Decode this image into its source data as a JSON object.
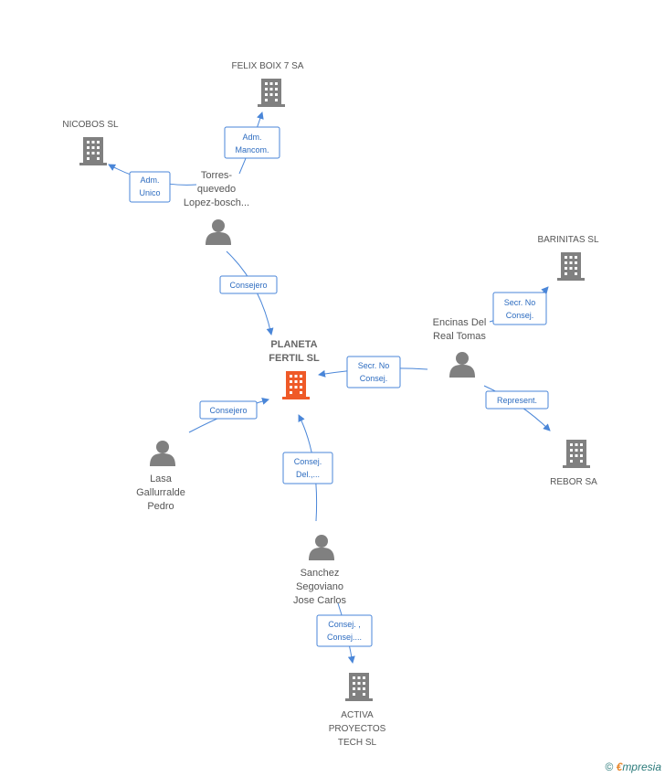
{
  "colors": {
    "edge": "#4a86d8",
    "icon": "#808080",
    "center_icon": "#ef5a28"
  },
  "nodes": {
    "planeta": {
      "label": [
        "PLANETA",
        "FERTIL SL"
      ],
      "type": "company",
      "center": true
    },
    "felix": {
      "label": [
        "FELIX BOIX 7 SA"
      ],
      "type": "company"
    },
    "nicobos": {
      "label": [
        "NICOBOS SL"
      ],
      "type": "company"
    },
    "barinitas": {
      "label": [
        "BARINITAS SL"
      ],
      "type": "company"
    },
    "rebor": {
      "label": [
        "REBOR SA"
      ],
      "type": "company"
    },
    "activa": {
      "label": [
        "ACTIVA",
        "PROYECTOS",
        "TECH  SL"
      ],
      "type": "company"
    },
    "torres": {
      "label": [
        "Torres-",
        "quevedo",
        "Lopez-bosch..."
      ],
      "type": "person"
    },
    "encinas": {
      "label": [
        "Encinas Del",
        "Real Tomas"
      ],
      "type": "person"
    },
    "lasa": {
      "label": [
        "Lasa",
        "Gallurralde",
        "Pedro"
      ],
      "type": "person"
    },
    "sanchez": {
      "label": [
        "Sanchez",
        "Segoviano",
        "Jose Carlos"
      ],
      "type": "person"
    }
  },
  "edges": [
    {
      "id": "torres-felix",
      "label": [
        "Adm.",
        "Mancom."
      ]
    },
    {
      "id": "torres-nicobos",
      "label": [
        "Adm.",
        "Unico"
      ]
    },
    {
      "id": "torres-planeta",
      "label": [
        "Consejero"
      ]
    },
    {
      "id": "encinas-barinitas",
      "label": [
        "Secr.  No",
        "Consej."
      ]
    },
    {
      "id": "encinas-planeta",
      "label": [
        "Secr.  No",
        "Consej."
      ]
    },
    {
      "id": "encinas-rebor",
      "label": [
        "Represent."
      ]
    },
    {
      "id": "lasa-planeta",
      "label": [
        "Consejero"
      ]
    },
    {
      "id": "sanchez-planeta",
      "label": [
        "Consej.",
        "Del.,..."
      ]
    },
    {
      "id": "sanchez-activa",
      "label": [
        "Consej. ,",
        "Consej...."
      ]
    }
  ],
  "footer": {
    "copyright": "©",
    "brand_first": "€",
    "brand_rest": "mpresia"
  }
}
